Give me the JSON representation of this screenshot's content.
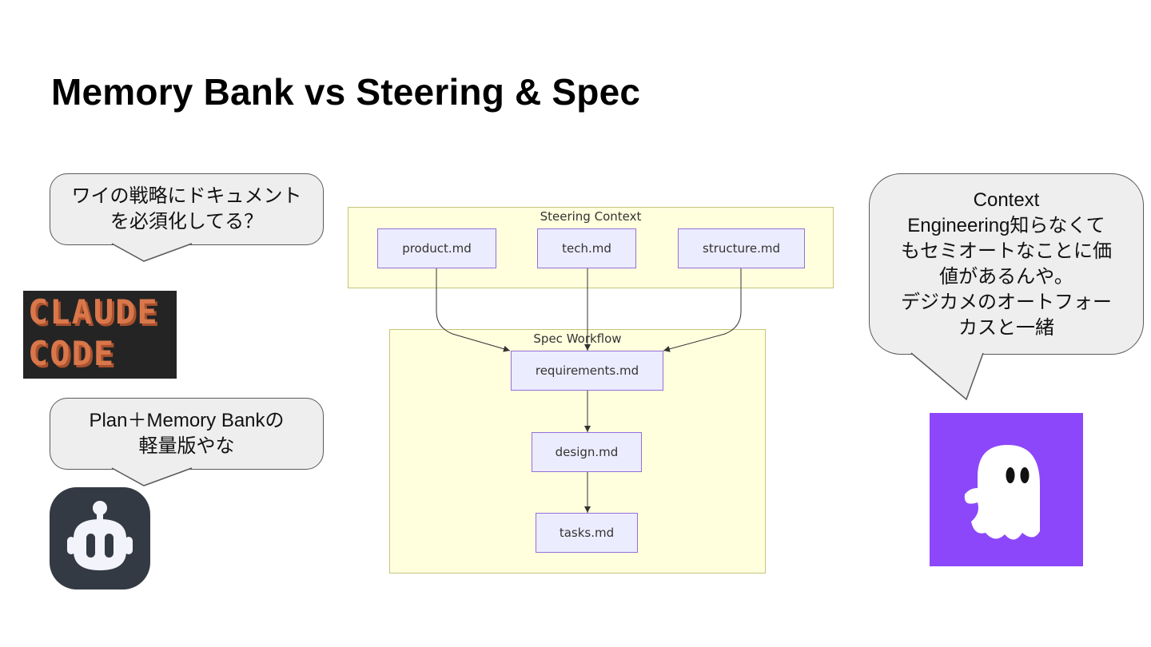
{
  "slide": {
    "title": "Memory Bank vs Steering & Spec"
  },
  "bubbles": {
    "top_left": {
      "lines": [
        "ワイの戦略にドキュメント",
        "を必須化してる？"
      ]
    },
    "bottom_left": {
      "lines": [
        "Plan＋Memory Bankの",
        "軽量版やな"
      ]
    },
    "right": {
      "lines": [
        "Context",
        "Engineering知らなくて",
        "もセミオートなことに価",
        "値があるんや。",
        "デジカメのオートフォー",
        "カスと一緒"
      ]
    }
  },
  "logos": {
    "claude_code": {
      "lines": [
        "CLAUDE",
        "CODE"
      ],
      "color": "#d9774b"
    },
    "copilot": {
      "icon": "copilot-robot-icon",
      "color": "#333a44"
    },
    "ghost": {
      "icon": "ghost-icon",
      "color": "#8c47fb"
    }
  },
  "diagram": {
    "groups": {
      "steering": {
        "label": "Steering Context"
      },
      "spec": {
        "label": "Spec Workflow"
      }
    },
    "nodes": {
      "product": "product.md",
      "tech": "tech.md",
      "structure": "structure.md",
      "requirements": "requirements.md",
      "design": "design.md",
      "tasks": "tasks.md"
    },
    "edges": [
      [
        "product.md",
        "requirements.md"
      ],
      [
        "tech.md",
        "requirements.md"
      ],
      [
        "structure.md",
        "requirements.md"
      ],
      [
        "requirements.md",
        "design.md"
      ],
      [
        "design.md",
        "tasks.md"
      ]
    ]
  }
}
